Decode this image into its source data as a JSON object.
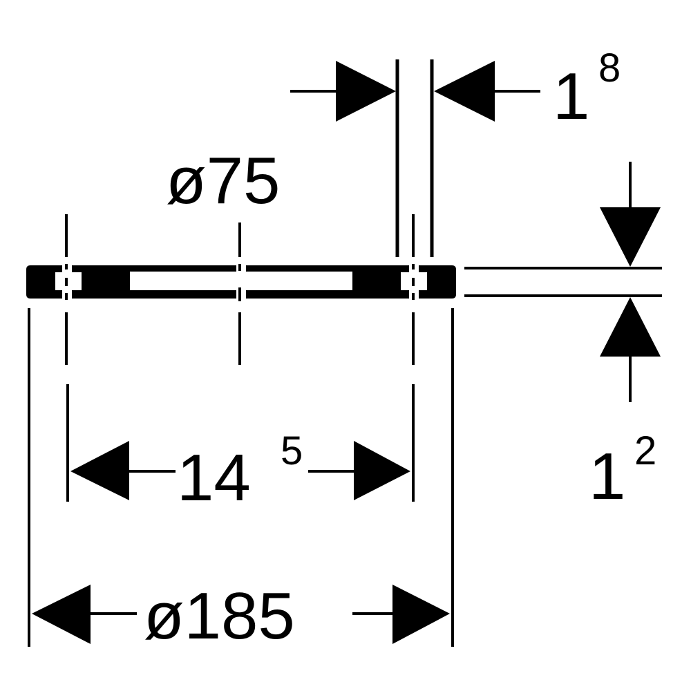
{
  "diagram": {
    "colors": {
      "ink": "#000000",
      "paper": "#ffffff"
    },
    "dimensions": {
      "inner_diameter": "ø75",
      "thickness_top": {
        "base": "1",
        "sup": "8"
      },
      "thickness_bottom": {
        "base": "1",
        "sup": "2"
      },
      "hole_spacing": {
        "base": "14",
        "sup": "5"
      },
      "outer_diameter": "ø185"
    }
  }
}
